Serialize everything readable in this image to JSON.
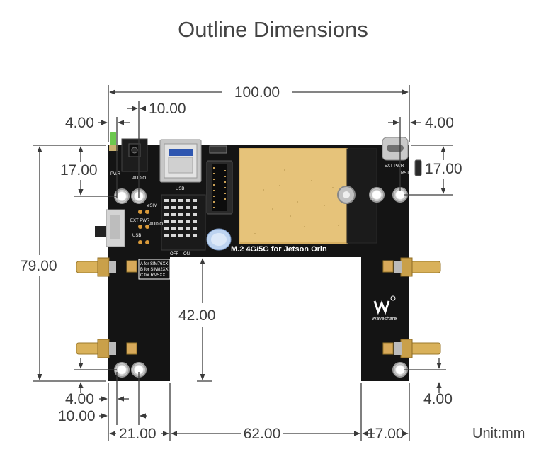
{
  "title": "Outline Dimensions",
  "unit": "Unit:mm",
  "dimensions": {
    "total_width": "100.00",
    "hole_offset_x_left": "4.00",
    "second_hole_x": "10.00",
    "hole_offset_x_right": "4.00",
    "top_hole_y_left": "17.00",
    "top_hole_y_right": "17.00",
    "total_height": "79.00",
    "notch_height": "42.00",
    "bottom_hole_left": "4.00",
    "bottom_second_hole": "10.00",
    "bottom_hole_right": "4.00",
    "left_leg_width": "21.00",
    "notch_width": "62.00",
    "right_leg_width": "17.00"
  },
  "board": {
    "product_label": "M.2 4G/5G for Jetson Orin",
    "brand": "Waveshare",
    "usb_label": "USB",
    "audio_label": "AUDIO",
    "pwr_label": "PWR",
    "esim_label": "eSIM",
    "ext_pwr_label": "EXT PWR",
    "off_label": "OFF",
    "on_label": "ON",
    "rst_label": "RST",
    "sim_notes": [
      "A for SIM76XX",
      "B for SIM82XX",
      "C for RM5XX"
    ],
    "colors": {
      "pcb": "#141414",
      "copper": "#e8c479",
      "sma": "#d9b15a",
      "dimension_line": "#3a3a3a"
    }
  }
}
